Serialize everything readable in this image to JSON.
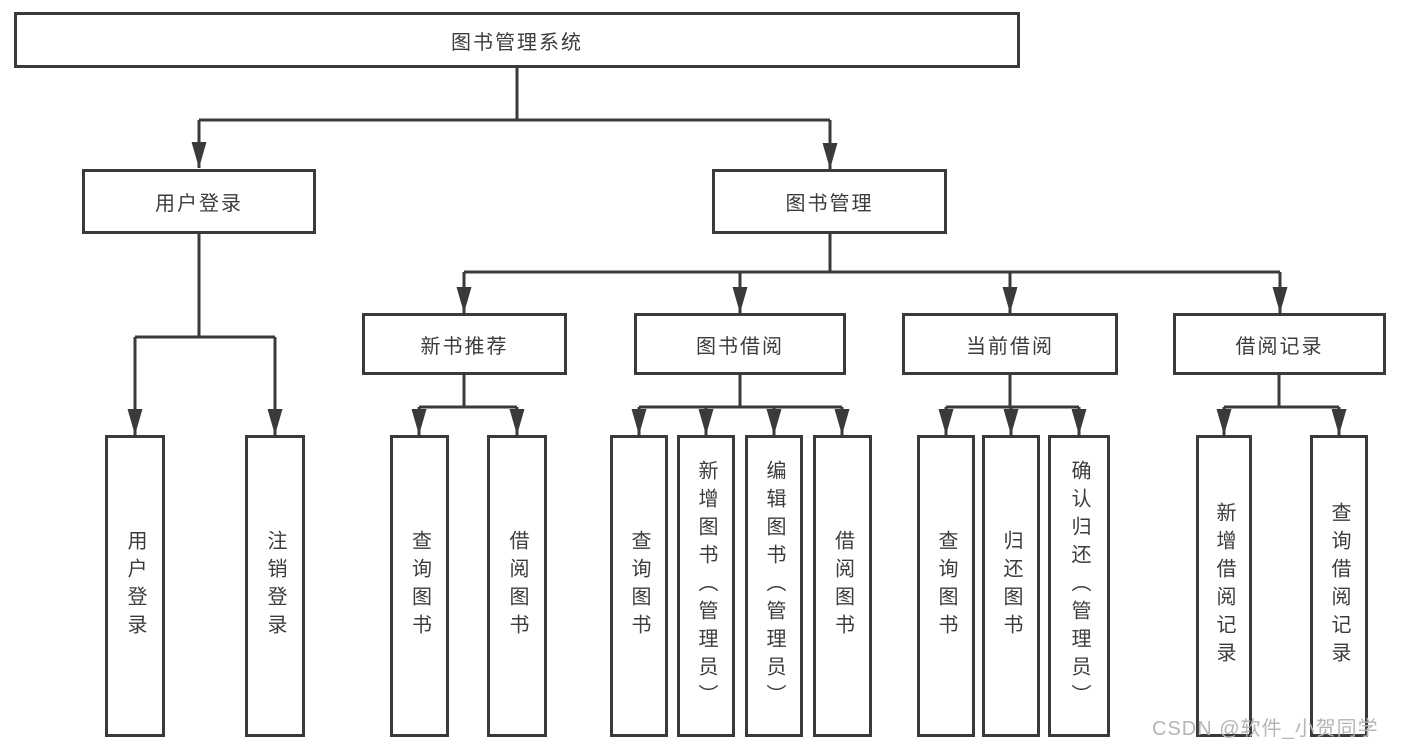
{
  "tree": {
    "root": {
      "label": "图书管理系统"
    },
    "branches": [
      {
        "label": "用户登录",
        "children": [
          {
            "label": "用户登录"
          },
          {
            "label": "注销登录"
          }
        ]
      },
      {
        "label": "图书管理",
        "children": [
          {
            "label": "新书推荐",
            "children": [
              {
                "label": "查询图书"
              },
              {
                "label": "借阅图书"
              }
            ]
          },
          {
            "label": "图书借阅",
            "children": [
              {
                "label": "查询图书"
              },
              {
                "label": "新增图书（管理员）"
              },
              {
                "label": "编辑图书（管理员）"
              },
              {
                "label": "借阅图书"
              }
            ]
          },
          {
            "label": "当前借阅",
            "children": [
              {
                "label": "查询图书"
              },
              {
                "label": "归还图书"
              },
              {
                "label": "确认归还（管理员）"
              }
            ]
          },
          {
            "label": "借阅记录",
            "children": [
              {
                "label": "新增借阅记录"
              },
              {
                "label": "查询借阅记录"
              }
            ]
          }
        ]
      }
    ]
  },
  "watermark": {
    "text": "CSDN @软件_小贺同学"
  },
  "colors": {
    "line": "#3a3a3a",
    "text": "#3c3c3c",
    "watermark": "#b5b5b5",
    "background": "#ffffff"
  }
}
